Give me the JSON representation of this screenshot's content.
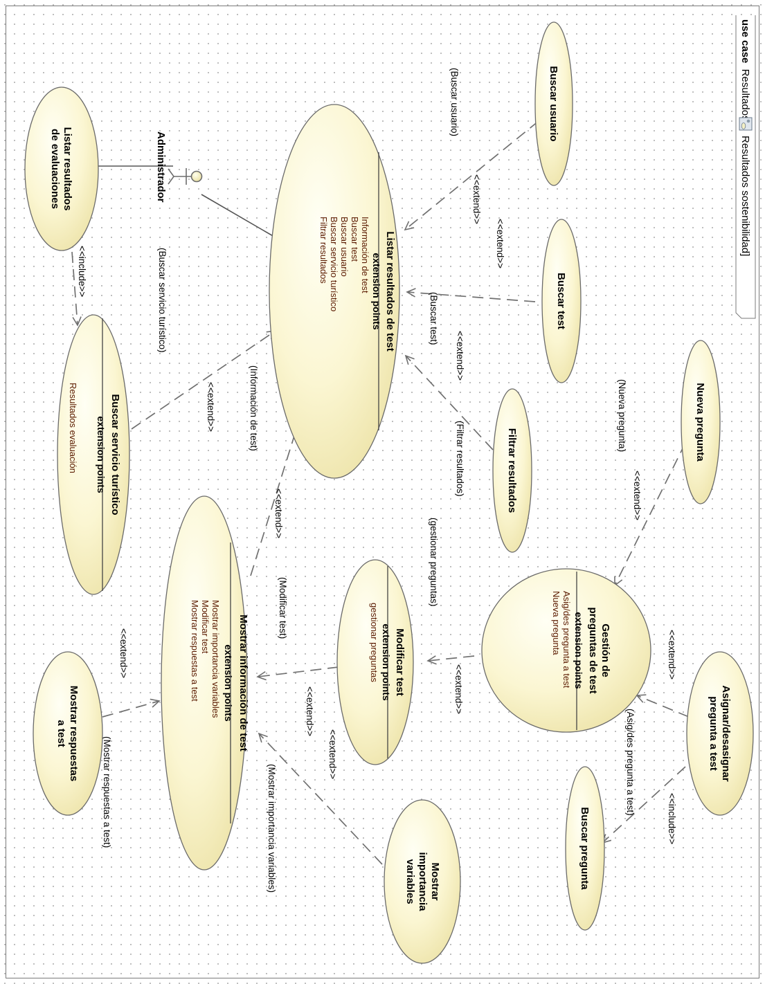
{
  "frame": {
    "keyword": "use case",
    "name": "Resultados",
    "subtitle": "Resultados sostenibilidad",
    "icon": "use-case-diagram-icon"
  },
  "actors": [
    {
      "id": "administrador",
      "name": "Administrador"
    }
  ],
  "use_cases": [
    {
      "id": "listar-resultados-test",
      "name": "Listar resultados de test",
      "extension_points_label": "extension points",
      "extension_points": [
        "Información de test",
        "Buscar test",
        "Buscar usuario",
        "Buscar servicio turístico",
        "Filtrar resultados"
      ]
    },
    {
      "id": "buscar-usuario",
      "name": "Buscar usuario"
    },
    {
      "id": "buscar-test",
      "name": "Buscar test"
    },
    {
      "id": "nueva-pregunta",
      "name": "Nueva pregunta"
    },
    {
      "id": "filtrar-resultados",
      "name": "Filtrar resultados"
    },
    {
      "id": "listar-resultados-evaluaciones",
      "name": "Listar resultados de evaluaciones"
    },
    {
      "id": "buscar-servicio-turistico",
      "name": "Buscar servicio turístico",
      "extension_points_label": "extension points",
      "extension_points": [
        "Resultados evaluación"
      ]
    },
    {
      "id": "mostrar-informacion-test",
      "name": "Mostrar información de test",
      "extension_points_label": "extension points",
      "extension_points": [
        "Mostrar importancia variables",
        "Modificar test",
        "Mostrar respuestas a test"
      ]
    },
    {
      "id": "modificar-test",
      "name": "Modificar test",
      "extension_points_label": "extension points",
      "extension_points": [
        "gestionar preguntas"
      ]
    },
    {
      "id": "gestion-preguntas-test",
      "name": "Gestión de preguntas de test",
      "extension_points_label": "extension points",
      "extension_points": [
        "Asig/des pregunta a test",
        "Nueva pregunta"
      ]
    },
    {
      "id": "asignar-desasignar-pregunta",
      "name": "Asignar/desasignar pregunta a test"
    },
    {
      "id": "buscar-pregunta",
      "name": "Buscar pregunta"
    },
    {
      "id": "mostrar-respuestas-test",
      "name": "Mostrar respuestas a test"
    },
    {
      "id": "mostrar-importancia-variables",
      "name": "Mostrar importancia variables"
    }
  ],
  "relationships": [
    {
      "type": "association",
      "from": "administrador",
      "to": "listar-resultados-test"
    },
    {
      "type": "association",
      "from": "administrador",
      "to": "listar-resultados-evaluaciones"
    },
    {
      "type": "extend",
      "stereotype": "<<extend>>",
      "from": "buscar-usuario",
      "to": "listar-resultados-test",
      "condition": "(Buscar usuario)"
    },
    {
      "type": "extend",
      "stereotype": "<<extend>>",
      "from": "buscar-test",
      "to": "listar-resultados-test",
      "condition": "(Buscar test)"
    },
    {
      "type": "extend",
      "stereotype": "<<extend>>",
      "from": "filtrar-resultados",
      "to": "listar-resultados-test",
      "condition": "(Filtrar resultados)"
    },
    {
      "type": "extend",
      "stereotype": "<<extend>>",
      "from": "buscar-servicio-turistico",
      "to": "listar-resultados-test",
      "condition": "(Buscar servicio turístico)"
    },
    {
      "type": "extend",
      "stereotype": "<<extend>>",
      "from": "mostrar-informacion-test",
      "to": "listar-resultados-test",
      "condition": "(Información de test)"
    },
    {
      "type": "include",
      "stereotype": "<<include>>",
      "from": "listar-resultados-evaluaciones",
      "to": "buscar-servicio-turistico"
    },
    {
      "type": "extend",
      "stereotype": "<<extend>>",
      "from": "modificar-test",
      "to": "mostrar-informacion-test",
      "condition": "(Modificar test)"
    },
    {
      "type": "extend",
      "stereotype": "<<extend>>",
      "from": "mostrar-importancia-variables",
      "to": "mostrar-informacion-test",
      "condition": "(Mostrar importancia variables)"
    },
    {
      "type": "extend",
      "stereotype": "<<extend>>",
      "from": "mostrar-respuestas-test",
      "to": "mostrar-informacion-test",
      "condition": "(Mostrar respuestas a test)"
    },
    {
      "type": "extend",
      "stereotype": "<<extend>>",
      "from": "gestion-preguntas-test",
      "to": "modificar-test",
      "condition": "(gestionar preguntas)"
    },
    {
      "type": "extend",
      "stereotype": "<<extend>>",
      "from": "nueva-pregunta",
      "to": "gestion-preguntas-test",
      "condition": "(Nueva pregunta)"
    },
    {
      "type": "extend",
      "stereotype": "<<extend>>",
      "from": "asignar-desasignar-pregunta",
      "to": "gestion-preguntas-test",
      "condition": "(Asig/des pregunta a test)"
    },
    {
      "type": "include",
      "stereotype": "<<include>>",
      "from": "asignar-desasignar-pregunta",
      "to": "buscar-pregunta"
    }
  ]
}
